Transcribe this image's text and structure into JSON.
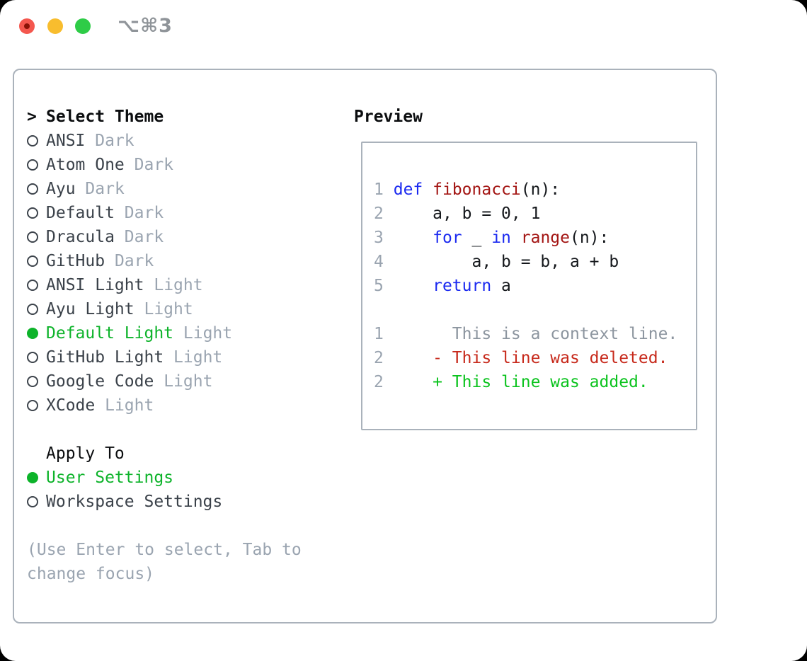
{
  "window": {
    "title": "⌥⌘3",
    "traffic_lights": {
      "close": "close-red",
      "minimize": "minimize-yellow",
      "zoom": "zoom-green"
    }
  },
  "theme_list": {
    "prompt": ">",
    "header": "Select Theme",
    "items": [
      {
        "name": "ANSI",
        "variant": "Dark",
        "selected": false
      },
      {
        "name": "Atom One",
        "variant": "Dark",
        "selected": false
      },
      {
        "name": "Ayu",
        "variant": "Dark",
        "selected": false
      },
      {
        "name": "Default",
        "variant": "Dark",
        "selected": false
      },
      {
        "name": "Dracula",
        "variant": "Dark",
        "selected": false
      },
      {
        "name": "GitHub",
        "variant": "Dark",
        "selected": false
      },
      {
        "name": "ANSI Light",
        "variant": "Light",
        "selected": false
      },
      {
        "name": "Ayu Light",
        "variant": "Light",
        "selected": false
      },
      {
        "name": "Default Light",
        "variant": "Light",
        "selected": true
      },
      {
        "name": "GitHub Light",
        "variant": "Light",
        "selected": false
      },
      {
        "name": "Google Code",
        "variant": "Light",
        "selected": false
      },
      {
        "name": "XCode",
        "variant": "Light",
        "selected": false
      }
    ]
  },
  "apply_to": {
    "header": "Apply To",
    "options": [
      {
        "name": "User Settings",
        "selected": true
      },
      {
        "name": "Workspace Settings",
        "selected": false
      }
    ]
  },
  "hint": "(Use Enter to select, Tab to change focus)",
  "preview": {
    "header": "Preview",
    "lines": [
      {
        "num": "1",
        "segs": [
          [
            " ",
            "p"
          ],
          [
            "def",
            "kw"
          ],
          [
            " ",
            "p"
          ],
          [
            "fibonacci",
            "fn"
          ],
          [
            "(n):",
            "p"
          ]
        ]
      },
      {
        "num": "2",
        "segs": [
          [
            "     a, b = 0, 1",
            "p"
          ]
        ]
      },
      {
        "num": "3",
        "segs": [
          [
            "     ",
            "p"
          ],
          [
            "for",
            "kw"
          ],
          [
            " _ ",
            "p"
          ],
          [
            "in",
            "kw"
          ],
          [
            " ",
            "p"
          ],
          [
            "range",
            "fn"
          ],
          [
            "(n):",
            "p"
          ]
        ]
      },
      {
        "num": "4",
        "segs": [
          [
            "         a, b = b, a + b",
            "p"
          ]
        ]
      },
      {
        "num": "5",
        "segs": [
          [
            "     ",
            "p"
          ],
          [
            "return",
            "kw"
          ],
          [
            " a",
            "p"
          ]
        ]
      },
      {
        "num": "",
        "segs": []
      },
      {
        "num": "1",
        "segs": [
          [
            "       This is a context line.",
            "ctx"
          ]
        ]
      },
      {
        "num": "2",
        "segs": [
          [
            "     ",
            "p"
          ],
          [
            "- This line was deleted.",
            "del"
          ]
        ]
      },
      {
        "num": "2",
        "segs": [
          [
            "     ",
            "p"
          ],
          [
            "+ This line was added.",
            "add"
          ]
        ]
      }
    ]
  },
  "colors": {
    "selected_green": "#0db32a",
    "added_green": "#0bc31e",
    "deleted_red": "#c7291b",
    "keyword_blue": "#1b2af0",
    "function_red": "#a31513",
    "muted_gray": "#9aa4b0",
    "border_gray": "#aab2bb",
    "traffic_red": "#f4574e",
    "traffic_yellow": "#f8bd2e",
    "traffic_green": "#2ecc47"
  }
}
